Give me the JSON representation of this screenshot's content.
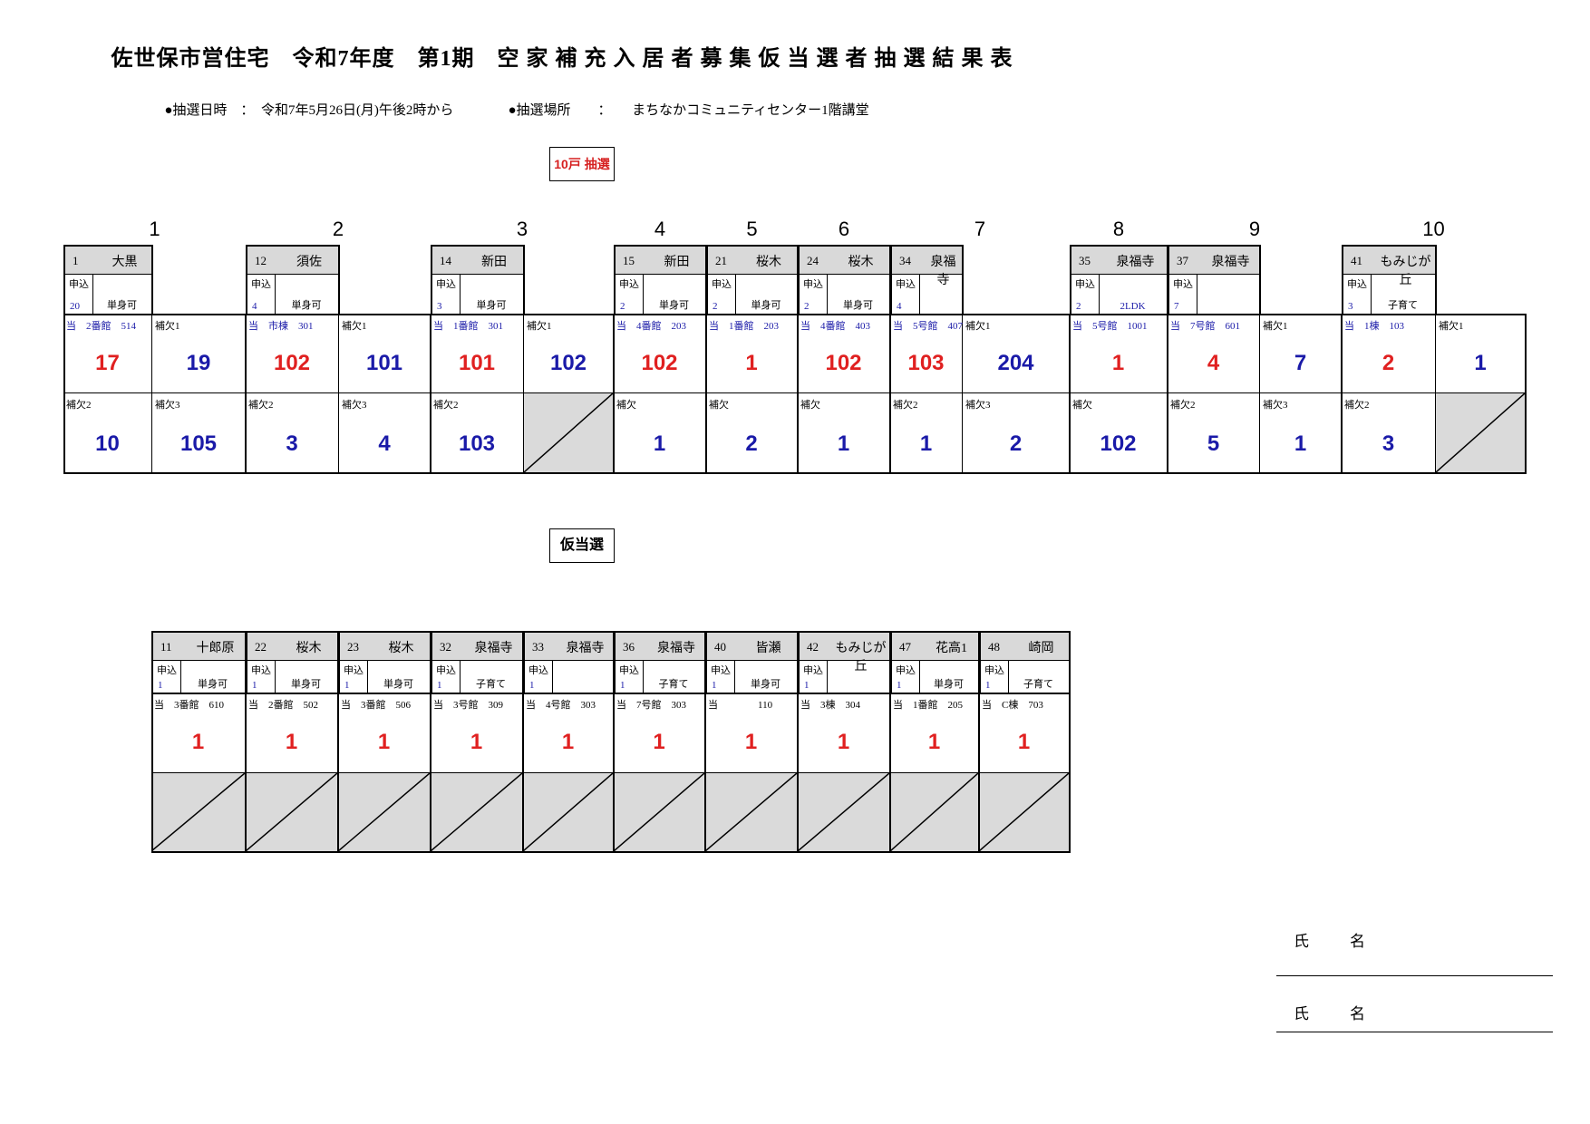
{
  "title": "佐世保市営住宅　令和7年度　第1期　空 家 補 充 入 居 者 募 集 仮 当 選 者 抽 選 結 果 表",
  "info": {
    "date_label": "●抽選日時",
    "date_value": "令和7年5月26日(月)午後2時から",
    "place_label": "●抽選場所",
    "place_value": "まちなかコミュニティセンター1階講堂",
    "sep": "："
  },
  "section1_tag": "10戸 抽選",
  "section2_tag": "仮当選",
  "mou_label": "申込",
  "signature": {
    "label": "氏　名"
  },
  "section1": {
    "groups": [
      {
        "label": "1",
        "cols": 2
      },
      {
        "label": "2",
        "cols": 2
      },
      {
        "label": "3",
        "cols": 2
      },
      {
        "label": "4",
        "cols": 1
      },
      {
        "label": "5",
        "cols": 1
      },
      {
        "label": "6",
        "cols": 1
      },
      {
        "label": "7",
        "cols": 2
      },
      {
        "label": "8",
        "cols": 1
      },
      {
        "label": "9",
        "cols": 2
      },
      {
        "label": "10",
        "cols": 2
      }
    ],
    "headers": [
      {
        "num": "1",
        "name": "大黒",
        "count": "20",
        "type": "単身可"
      },
      {
        "num": "12",
        "name": "須佐",
        "count": "4",
        "type": "単身可"
      },
      {
        "num": "14",
        "name": "新田",
        "count": "3",
        "type": "単身可"
      },
      {
        "num": "15",
        "name": "新田",
        "count": "2",
        "type": "単身可"
      },
      {
        "num": "21",
        "name": "桜木",
        "count": "2",
        "type": "単身可"
      },
      {
        "num": "24",
        "name": "桜木",
        "count": "2",
        "type": "単身可"
      },
      {
        "num": "34",
        "name": "泉福寺",
        "count": "4",
        "type": ""
      },
      {
        "num": "35",
        "name": "泉福寺",
        "count": "2",
        "type": "2LDK"
      },
      {
        "num": "37",
        "name": "泉福寺",
        "count": "7",
        "type": ""
      },
      {
        "num": "41",
        "name": "もみじが丘",
        "count": "3",
        "type": "子育て"
      }
    ],
    "row1": [
      {
        "label": "当　2番館　514",
        "value": "17",
        "color": "red"
      },
      {
        "label": "補欠1",
        "value": "19",
        "color": "blue"
      },
      {
        "label": "当　市棟　301",
        "value": "102",
        "color": "red"
      },
      {
        "label": "補欠1",
        "value": "101",
        "color": "blue"
      },
      {
        "label": "当　1番館　301",
        "value": "101",
        "color": "red"
      },
      {
        "label": "補欠1",
        "value": "102",
        "color": "blue"
      },
      {
        "label": "当　4番館　203",
        "value": "102",
        "color": "red"
      },
      {
        "label": "当　1番館　203",
        "value": "1",
        "color": "red"
      },
      {
        "label": "当　4番館　403",
        "value": "102",
        "color": "red"
      },
      {
        "label": "当　5号館　407",
        "value": "103",
        "color": "red"
      },
      {
        "label": "補欠1",
        "value": "204",
        "color": "blue"
      },
      {
        "label": "当　5号館　1001",
        "value": "1",
        "color": "red"
      },
      {
        "label": "当　7号館　601",
        "value": "4",
        "color": "red"
      },
      {
        "label": "補欠1",
        "value": "7",
        "color": "blue"
      },
      {
        "label": "当　1棟　103",
        "value": "2",
        "color": "red"
      },
      {
        "label": "補欠1",
        "value": "1",
        "color": "blue"
      }
    ],
    "row2": [
      {
        "label": "補欠2",
        "value": "10"
      },
      {
        "label": "補欠3",
        "value": "105"
      },
      {
        "label": "補欠2",
        "value": "3"
      },
      {
        "label": "補欠3",
        "value": "4"
      },
      {
        "label": "補欠2",
        "value": "103"
      },
      {
        "label": "",
        "value": "",
        "empty": true
      },
      {
        "label": "補欠",
        "value": "1"
      },
      {
        "label": "補欠",
        "value": "2"
      },
      {
        "label": "補欠",
        "value": "1"
      },
      {
        "label": "補欠2",
        "value": "1"
      },
      {
        "label": "補欠3",
        "value": "2"
      },
      {
        "label": "補欠",
        "value": "102"
      },
      {
        "label": "補欠2",
        "value": "5"
      },
      {
        "label": "補欠3",
        "value": "1"
      },
      {
        "label": "補欠2",
        "value": "3"
      },
      {
        "label": "",
        "value": "",
        "empty": true
      }
    ]
  },
  "section2": {
    "units": [
      {
        "num": "11",
        "name": "十郎原",
        "count": "1",
        "type": "単身可",
        "label": "当　3番館　610",
        "value": "1"
      },
      {
        "num": "22",
        "name": "桜木",
        "count": "1",
        "type": "単身可",
        "label": "当　2番館　502",
        "value": "1"
      },
      {
        "num": "23",
        "name": "桜木",
        "count": "1",
        "type": "単身可",
        "label": "当　3番館　506",
        "value": "1"
      },
      {
        "num": "32",
        "name": "泉福寺",
        "count": "1",
        "type": "子育て",
        "label": "当　3号館　309",
        "value": "1"
      },
      {
        "num": "33",
        "name": "泉福寺",
        "count": "1",
        "type": "",
        "label": "当　4号館　303",
        "value": "1"
      },
      {
        "num": "36",
        "name": "泉福寺",
        "count": "1",
        "type": "子育て",
        "label": "当　7号館　303",
        "value": "1"
      },
      {
        "num": "40",
        "name": "皆瀬",
        "count": "1",
        "type": "単身可",
        "label": "当　　　　110",
        "value": "1"
      },
      {
        "num": "42",
        "name": "もみじが丘",
        "count": "1",
        "type": "",
        "label": "当　3棟　304",
        "value": "1"
      },
      {
        "num": "47",
        "name": "花高1",
        "count": "1",
        "type": "単身可",
        "label": "当　1番館　205",
        "value": "1"
      },
      {
        "num": "48",
        "name": "崎岡",
        "count": "1",
        "type": "子育て",
        "label": "当　C棟　703",
        "value": "1"
      }
    ]
  }
}
